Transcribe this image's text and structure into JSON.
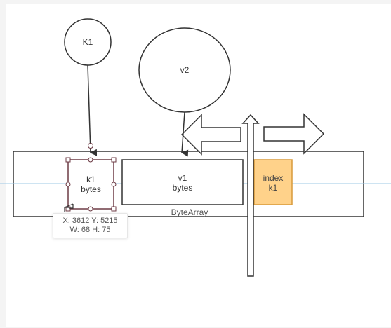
{
  "nodes": {
    "k1_circle": "K1",
    "v2_circle": "v2",
    "k1_bytes": "k1\nbytes",
    "v1_bytes": "v1\nbytes",
    "index_k1": "index\nk1",
    "bytearray": "ByteArray"
  },
  "tooltip": {
    "xy": "X: 3612  Y: 5215",
    "wh": "W: 68  H: 75"
  },
  "colors": {
    "index_fill": "#ffd28a",
    "index_stroke": "#d89a3a",
    "selection": "#6d3b45",
    "guide": "#9ec8e6"
  }
}
